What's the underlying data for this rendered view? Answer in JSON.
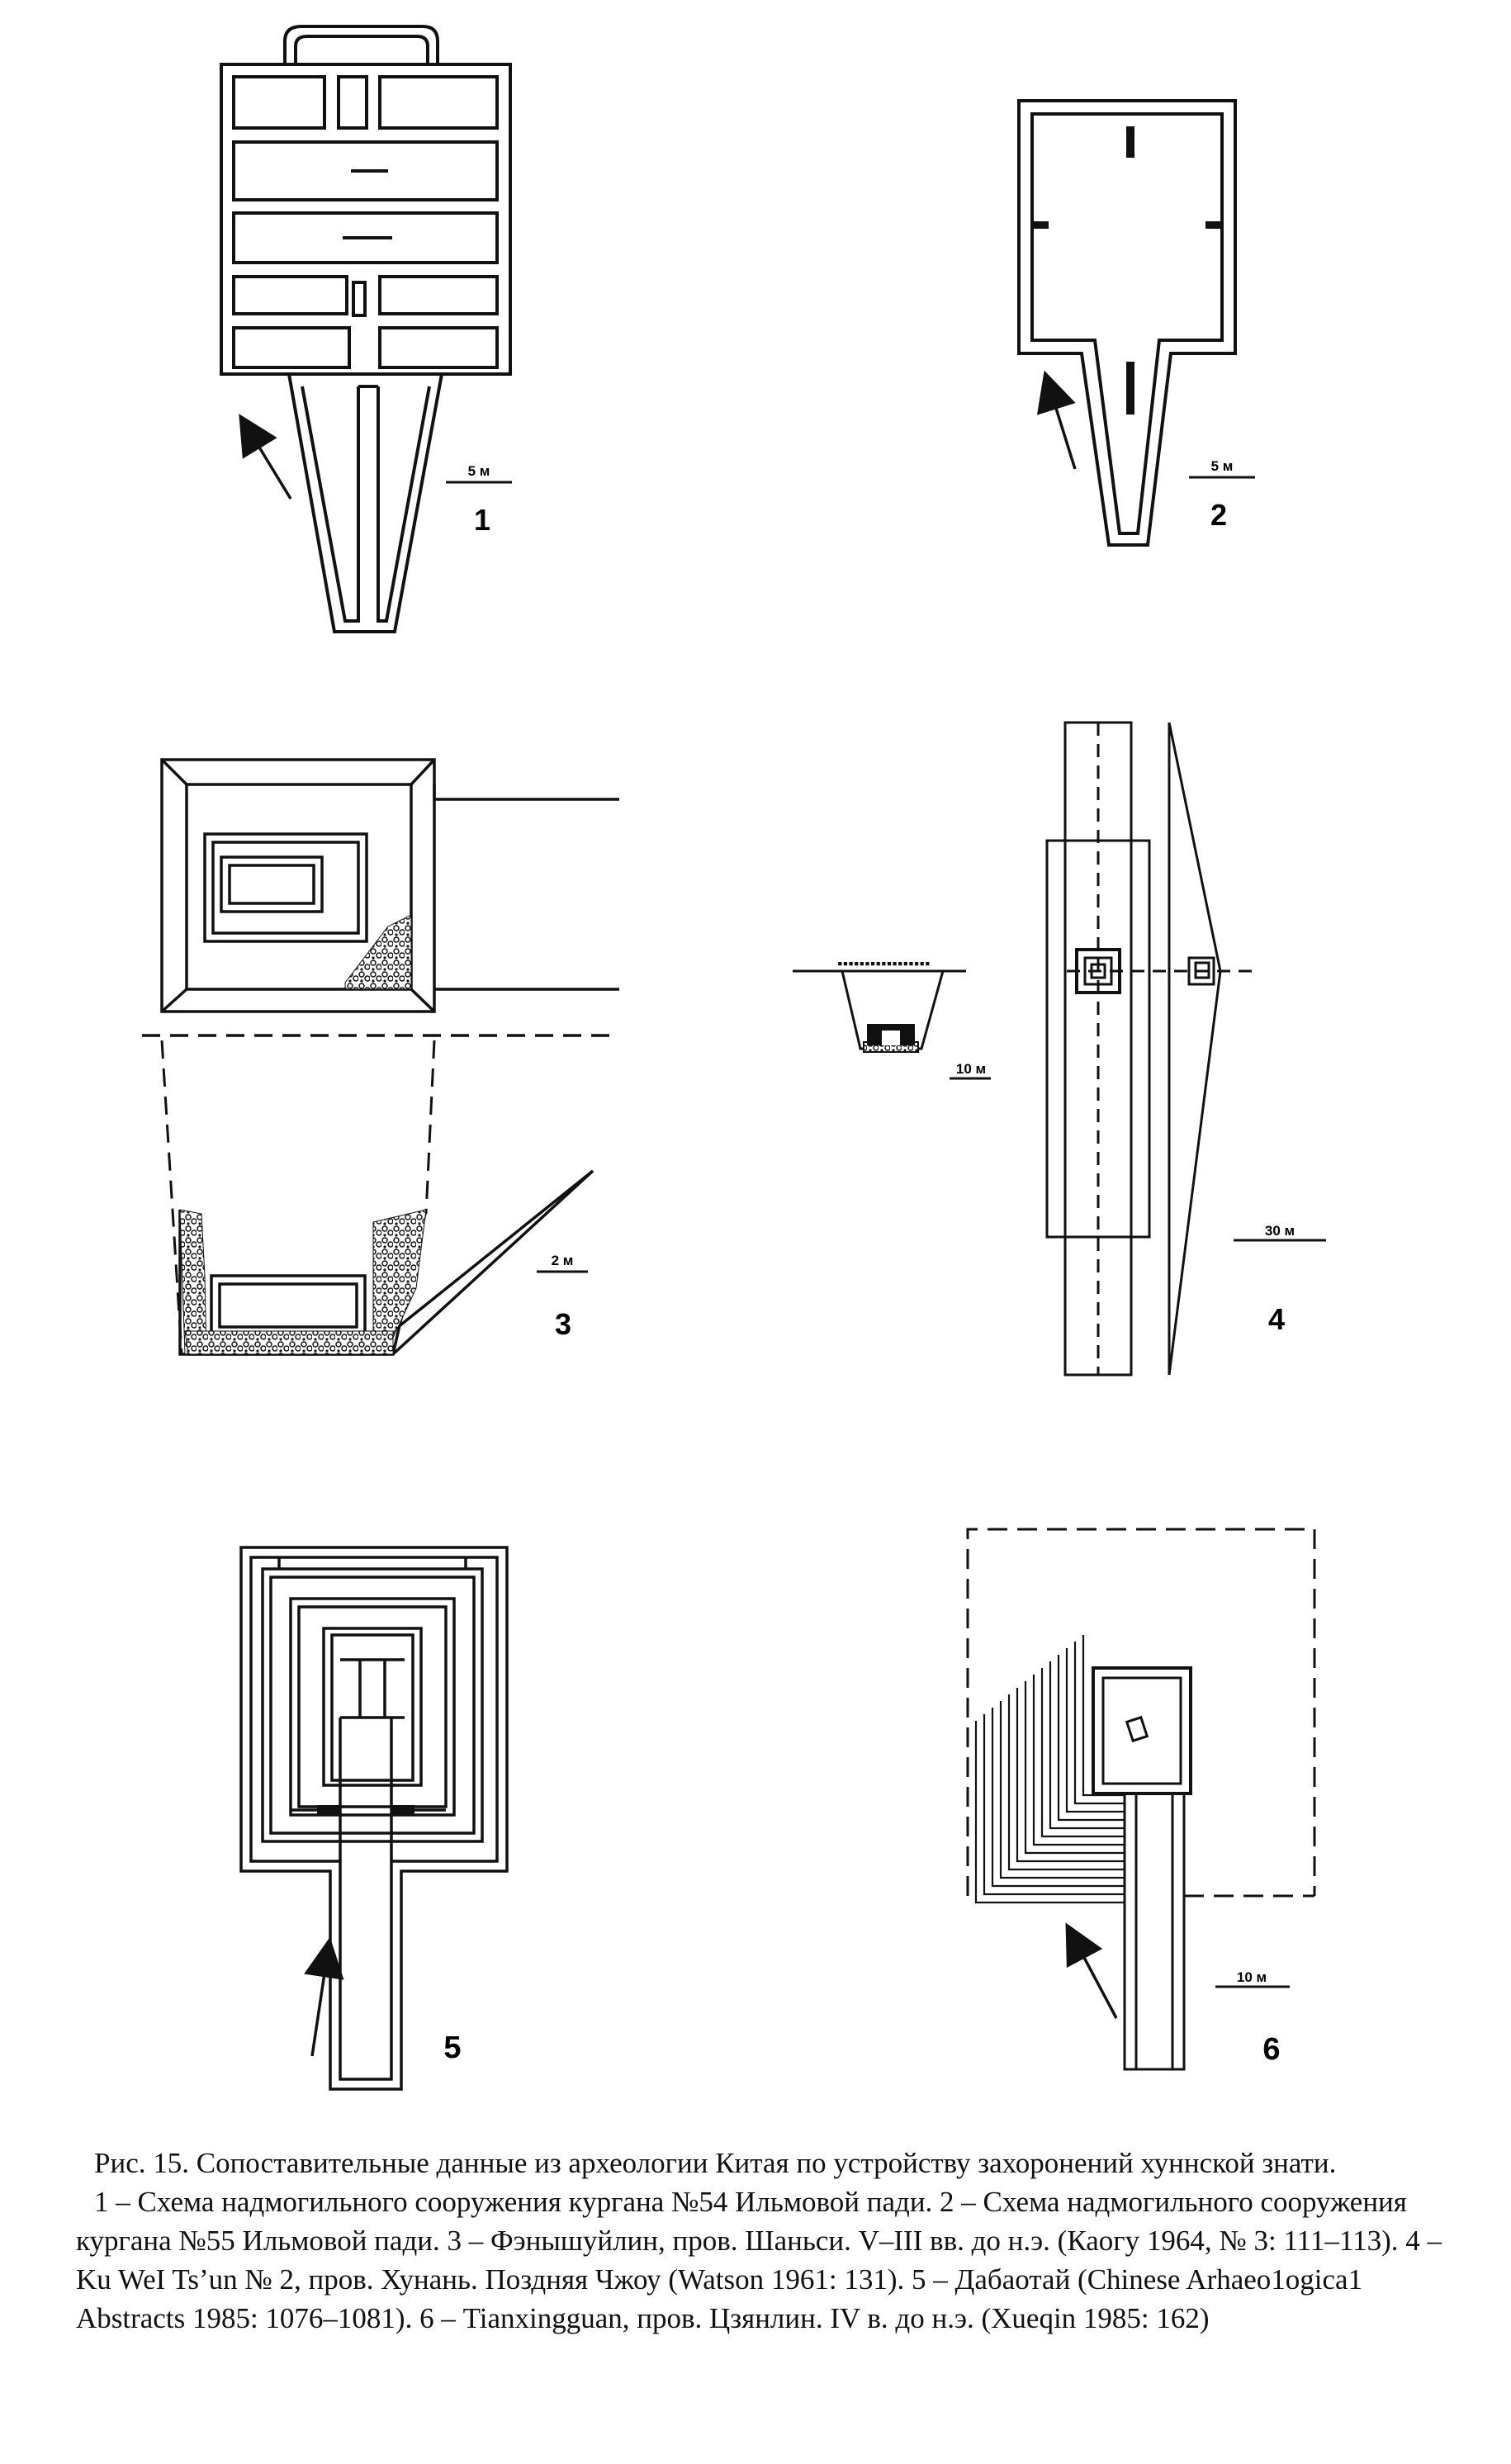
{
  "figure": {
    "panels": [
      {
        "number": "1",
        "scale": "5 м"
      },
      {
        "number": "2",
        "scale": "5 м"
      },
      {
        "number": "3",
        "scale": "2 м"
      },
      {
        "number": "4",
        "scale": "30 м",
        "scale_small": "10 м"
      },
      {
        "number": "5",
        "scale": ""
      },
      {
        "number": "6",
        "scale": "10 м"
      }
    ]
  },
  "caption": {
    "title": "Рис. 15. Сопоставительные данные из археологии Китая по устройству  захоронений хуннской знати.",
    "body": "1 – Схема надмогильного сооружения кургана №54 Ильмовой пади. 2 – Схема надмогильного сооружения кургана №55 Ильмовой пади. 3 – Фэнышуйлин, пров. Шаньси. V–III вв. до н.э. (Каогу 1964, № 3: 111–113). 4 – Ku WeI Ts’un № 2, пров. Хунань. Поздняя Чжоу (Watson 1961: 131). 5 – Дабаотай (Chinese Arhaeo1ogica1 Abstracts 1985: 1076–1081). 6 – Tianxingguan, пров. Цзянлин. IV в. до н.э. (Xueqin 1985: 162)"
  }
}
